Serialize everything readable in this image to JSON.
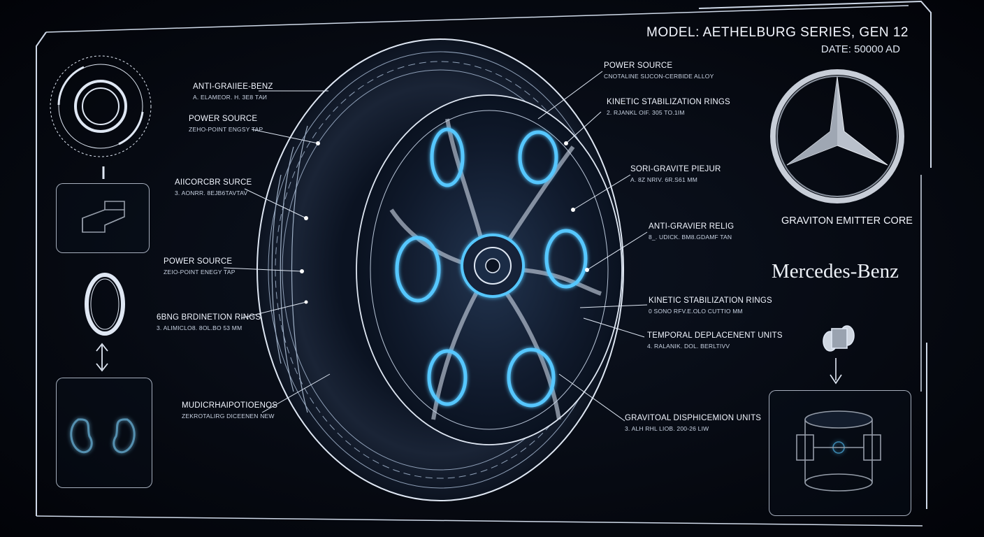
{
  "header": {
    "model": "MODEL: AETHELBURG SERIES, GEN 12",
    "date": "DATE: 50000 AD"
  },
  "brand": {
    "core_label": "GRAVITON EMITTER CORE",
    "name": "Mercedes-Benz",
    "logo_icon": "three-pointed-star-icon"
  },
  "callouts_left": [
    {
      "title": "ANTI-GRAIIEE-BENZ",
      "sub": "A. ELAMEOR. H. 3E8 ТАИ"
    },
    {
      "title": "POWER SOURCE",
      "sub": "ZEHO-POINT ENGSY TAP"
    },
    {
      "title": "AIICORCBR SURCE",
      "sub": "3. AONRR. 8EJB6TAVTAV"
    },
    {
      "title": "POWER SOURCE",
      "sub": "ZEIO-POINT ENEGY TAP"
    },
    {
      "title": "6BNG BRDINETION RINGS",
      "sub": "3. ALIMICLO8. 8OL.BO 53 MM"
    },
    {
      "title": "MUDICRHAIPOTIOENOS",
      "sub": "ZEKROTALIRG DICEENEN NEW"
    }
  ],
  "callouts_right": [
    {
      "title": "POWER SOURCE",
      "sub": "CNOTALINE SIJCON-CERBIDE ALLOY"
    },
    {
      "title": "KINETIC STABILIZATION RINGS",
      "sub": "2. RJANKL ОIF. 305 TO.1IM"
    },
    {
      "title": "SORI-GRAVITE PIEJUR",
      "sub": "A. 8Z NRIV. 6R.S61 MM"
    },
    {
      "title": "ANTI-GRAVIER RELIG",
      "sub": "8_. UDICK. ВМ8.GDAMF TAN"
    },
    {
      "title": "KINETIC STABILIZATION RINGS",
      "sub": "0 SONO RFV.E.OLO CUTTIO MM"
    },
    {
      "title": "TEMPORAL DEPLACENENT UNITS",
      "sub": "4. RALANIK. DOL. BERLTIVV"
    },
    {
      "title": "GRAVITOAL DISPHICEMION UNITS",
      "sub": "3. ALH RHL LIOB. 200-26 LIW"
    }
  ],
  "colors": {
    "glow": "#56c7ff",
    "line": "#dfe7f3",
    "background": "#05080f"
  }
}
